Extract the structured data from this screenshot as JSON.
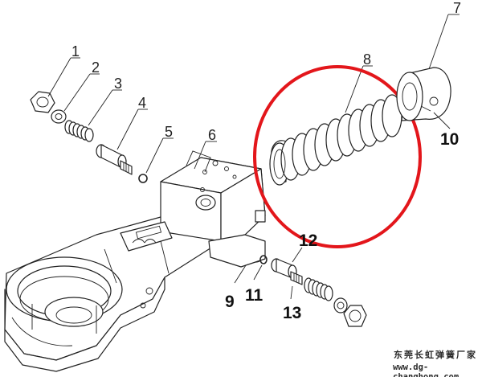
{
  "diagram": {
    "callouts": [
      {
        "id": "1",
        "label": "1"
      },
      {
        "id": "2",
        "label": "2"
      },
      {
        "id": "3",
        "label": "3"
      },
      {
        "id": "4",
        "label": "4"
      },
      {
        "id": "5",
        "label": "5"
      },
      {
        "id": "6",
        "label": "6"
      },
      {
        "id": "7",
        "label": "7"
      },
      {
        "id": "8",
        "label": "8"
      },
      {
        "id": "9",
        "label": "9"
      },
      {
        "id": "10",
        "label": "10"
      },
      {
        "id": "11",
        "label": "11"
      },
      {
        "id": "12",
        "label": "12"
      },
      {
        "id": "13",
        "label": "13"
      }
    ],
    "highlight_color": "#e3161b"
  },
  "watermark": {
    "company": "东莞长虹弹簧厂家",
    "url": "www.dg-changhong.com"
  }
}
